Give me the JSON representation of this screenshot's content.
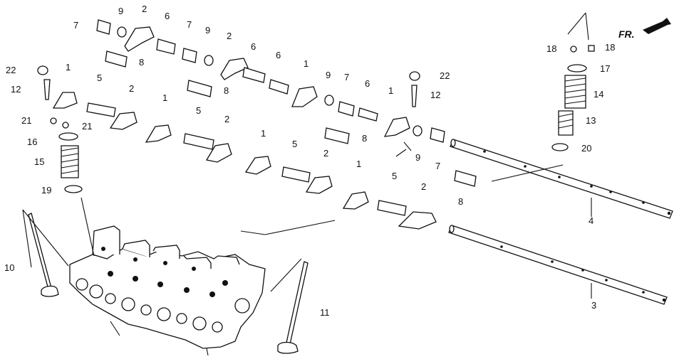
{
  "direction_marker": "FR.",
  "callouts": [
    {
      "id": "c7a",
      "text": "7"
    },
    {
      "id": "c9a",
      "text": "9"
    },
    {
      "id": "c2a",
      "text": "2"
    },
    {
      "id": "c6a",
      "text": "6"
    },
    {
      "id": "c7b",
      "text": "7"
    },
    {
      "id": "c9b",
      "text": "9"
    },
    {
      "id": "c2b",
      "text": "2"
    },
    {
      "id": "c6b",
      "text": "6"
    },
    {
      "id": "c8a",
      "text": "8"
    },
    {
      "id": "c6c",
      "text": "6"
    },
    {
      "id": "c1a",
      "text": "1"
    },
    {
      "id": "c9c",
      "text": "9"
    },
    {
      "id": "c7c",
      "text": "7"
    },
    {
      "id": "c6d",
      "text": "6"
    },
    {
      "id": "c22a",
      "text": "22"
    },
    {
      "id": "c22b",
      "text": "22"
    },
    {
      "id": "c12a",
      "text": "12"
    },
    {
      "id": "c12b",
      "text": "12"
    },
    {
      "id": "c5a",
      "text": "5"
    },
    {
      "id": "c2c",
      "text": "2"
    },
    {
      "id": "c8b",
      "text": "8"
    },
    {
      "id": "c1b",
      "text": "1"
    },
    {
      "id": "c21a",
      "text": "21"
    },
    {
      "id": "c21b",
      "text": "21"
    },
    {
      "id": "c16",
      "text": "16"
    },
    {
      "id": "c15",
      "text": "15"
    },
    {
      "id": "c19",
      "text": "19"
    },
    {
      "id": "c5b",
      "text": "5"
    },
    {
      "id": "c2d",
      "text": "2"
    },
    {
      "id": "c1c",
      "text": "1"
    },
    {
      "id": "c8c",
      "text": "8"
    },
    {
      "id": "c9d",
      "text": "9"
    },
    {
      "id": "c7d",
      "text": "7"
    },
    {
      "id": "c1d",
      "text": "1"
    },
    {
      "id": "c5c",
      "text": "5"
    },
    {
      "id": "c2e",
      "text": "2"
    },
    {
      "id": "c1e",
      "text": "1"
    },
    {
      "id": "c5d",
      "text": "5"
    },
    {
      "id": "c2f",
      "text": "2"
    },
    {
      "id": "c8d",
      "text": "8"
    },
    {
      "id": "c18a",
      "text": "18"
    },
    {
      "id": "c18b",
      "text": "18"
    },
    {
      "id": "c17",
      "text": "17"
    },
    {
      "id": "c14",
      "text": "14"
    },
    {
      "id": "c13",
      "text": "13"
    },
    {
      "id": "c20",
      "text": "20"
    },
    {
      "id": "c4",
      "text": "4"
    },
    {
      "id": "c3",
      "text": "3"
    },
    {
      "id": "c10",
      "text": "10"
    },
    {
      "id": "c11",
      "text": "11"
    },
    {
      "id": "c1f",
      "text": "1"
    }
  ]
}
